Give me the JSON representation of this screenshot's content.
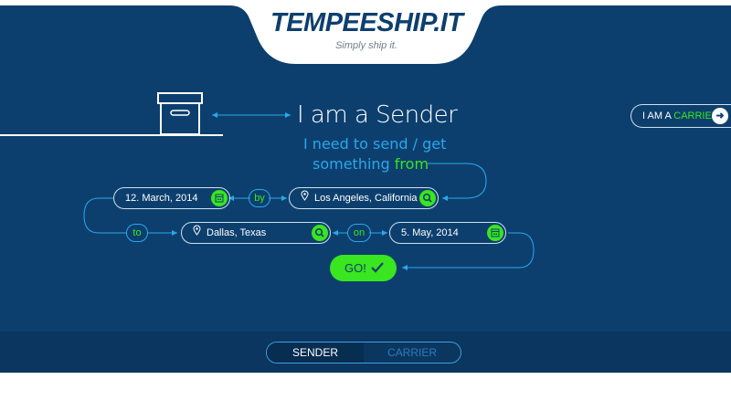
{
  "header": {
    "brand": "TEMPEESHIP.IT",
    "tagline": "Simply ship it."
  },
  "carrier_switch": {
    "prefix": "I AM A ",
    "highlight": "CARRIER",
    "icon": "arrow-right-icon"
  },
  "sender_panel": {
    "title": "I am a Sender",
    "subtitle_line1": "I need to send / get",
    "subtitle_line2_prefix": "something ",
    "subtitle_line2_highlight": "from"
  },
  "form": {
    "start_date": "12. March, 2014",
    "by_label": "by",
    "origin": "Los Angeles, California",
    "to_label": "to",
    "destination": "Dallas, Texas",
    "on_label": "on",
    "end_date": "5. May, 2014",
    "go_label": "GO!"
  },
  "footer_toggle": {
    "sender": "SENDER",
    "carrier": "CARRIER"
  },
  "colors": {
    "background": "#0d3f6e",
    "accent_green": "#39e61f",
    "accent_blue": "#2aa7ea"
  }
}
